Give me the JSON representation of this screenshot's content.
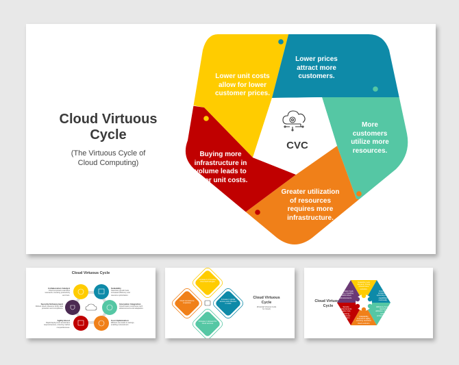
{
  "main_slide": {
    "title": "Cloud Virtuous Cycle",
    "title_line1": "Cloud Virtuous",
    "title_line2": "Cycle",
    "subtitle_line1": "(The Virtuous Cycle of",
    "subtitle_line2": "Cloud Computing)",
    "center_label": "CVC",
    "center_icon": "cloud-gear-network-icon",
    "segments": [
      {
        "color": "#ffcc00",
        "dot_color": "#0e8aa8",
        "lines": [
          "Lower unit costs",
          "allow for lower",
          "customer prices."
        ]
      },
      {
        "color": "#0e8aa8",
        "dot_color": "#55c7a4",
        "lines": [
          "Lower prices",
          "attract more",
          "customers."
        ]
      },
      {
        "color": "#55c7a4",
        "dot_color": "#f08019",
        "lines": [
          "More",
          "customers",
          "utilize more",
          "resources."
        ]
      },
      {
        "color": "#f08019",
        "dot_color": "#c00000",
        "lines": [
          "Greater utilization",
          "of resources",
          "requires more",
          "infrastructure."
        ]
      },
      {
        "color": "#c00000",
        "dot_color": "#ffcc00",
        "lines": [
          "Buying more",
          "infrastructure in",
          "volume leads to",
          "lower unit costs."
        ]
      }
    ]
  },
  "thumbnails": [
    {
      "title": "Cloud Virtuous Cycle",
      "items": [
        {
          "label": "Collaboration Catalyst",
          "desc": "Cloud empowers seamless teamwork, boosting productivity and trust.",
          "color": "#ffcc00"
        },
        {
          "label": "Scalability",
          "desc": "Seamless growth fuels increased efficiency and resource optimization.",
          "color": "#0e8aa8"
        },
        {
          "label": "Innovation Integration",
          "desc": "Cloud fosters continuous tech advancements and adaptation.",
          "color": "#55c7a4"
        },
        {
          "label": "Cost Optimization",
          "desc": "Efficient use leads to savings, enabling reinvestment.",
          "color": "#f08019"
        },
        {
          "label": "Agility Boost",
          "desc": "Rapid deployment accelerates responsiveness, ensuring market competitiveness.",
          "color": "#c00000"
        },
        {
          "label": "Security Enhancement",
          "desc": "Robust cloud measures fortify data protection and compliance.",
          "color": "#4b2a52"
        }
      ]
    },
    {
      "title_line1": "Cloud Virtuous",
      "title_line2": "Cycle",
      "subtitle_line1": "(Potential Virtuous Cycle",
      "subtitle_line2": "for Cloud)",
      "items": [
        {
          "text": "Increase in innovative cloud technologies",
          "color": "#ffcc00"
        },
        {
          "text": "Increase in global access and reduction in costs",
          "color": "#0e8aa8"
        },
        {
          "text": "Increase in demand for cloud services",
          "color": "#55c7a4"
        },
        {
          "text": "Cloud consistence expansion",
          "color": "#f08019"
        }
      ]
    },
    {
      "title_line1": "Cloud Virtuous",
      "title_line2": "Cycle",
      "items": [
        {
          "num": "01",
          "text": "Scalability fuels demand, driving infrastructure evolution.",
          "color": "#ffcc00"
        },
        {
          "num": "02",
          "text": "Innovation accelerates, optimizing cloud capabilities continually.",
          "color": "#0e8aa8"
        },
        {
          "num": "03",
          "text": "Efficiency boosts resource utilization, inspiring further enhancements.",
          "color": "#55c7a4"
        },
        {
          "num": "04",
          "text": "Adaptability empowers agility, ensuring seamless cloud evolution.",
          "color": "#f08019"
        },
        {
          "num": "05",
          "text": "Security advancements inspire trust, fostering continuous innovation.",
          "color": "#c00000"
        },
        {
          "num": "06",
          "text": "Collaboration fuels synergy, propelling shared cloud advancements.",
          "color": "#6b3a75"
        }
      ]
    }
  ]
}
